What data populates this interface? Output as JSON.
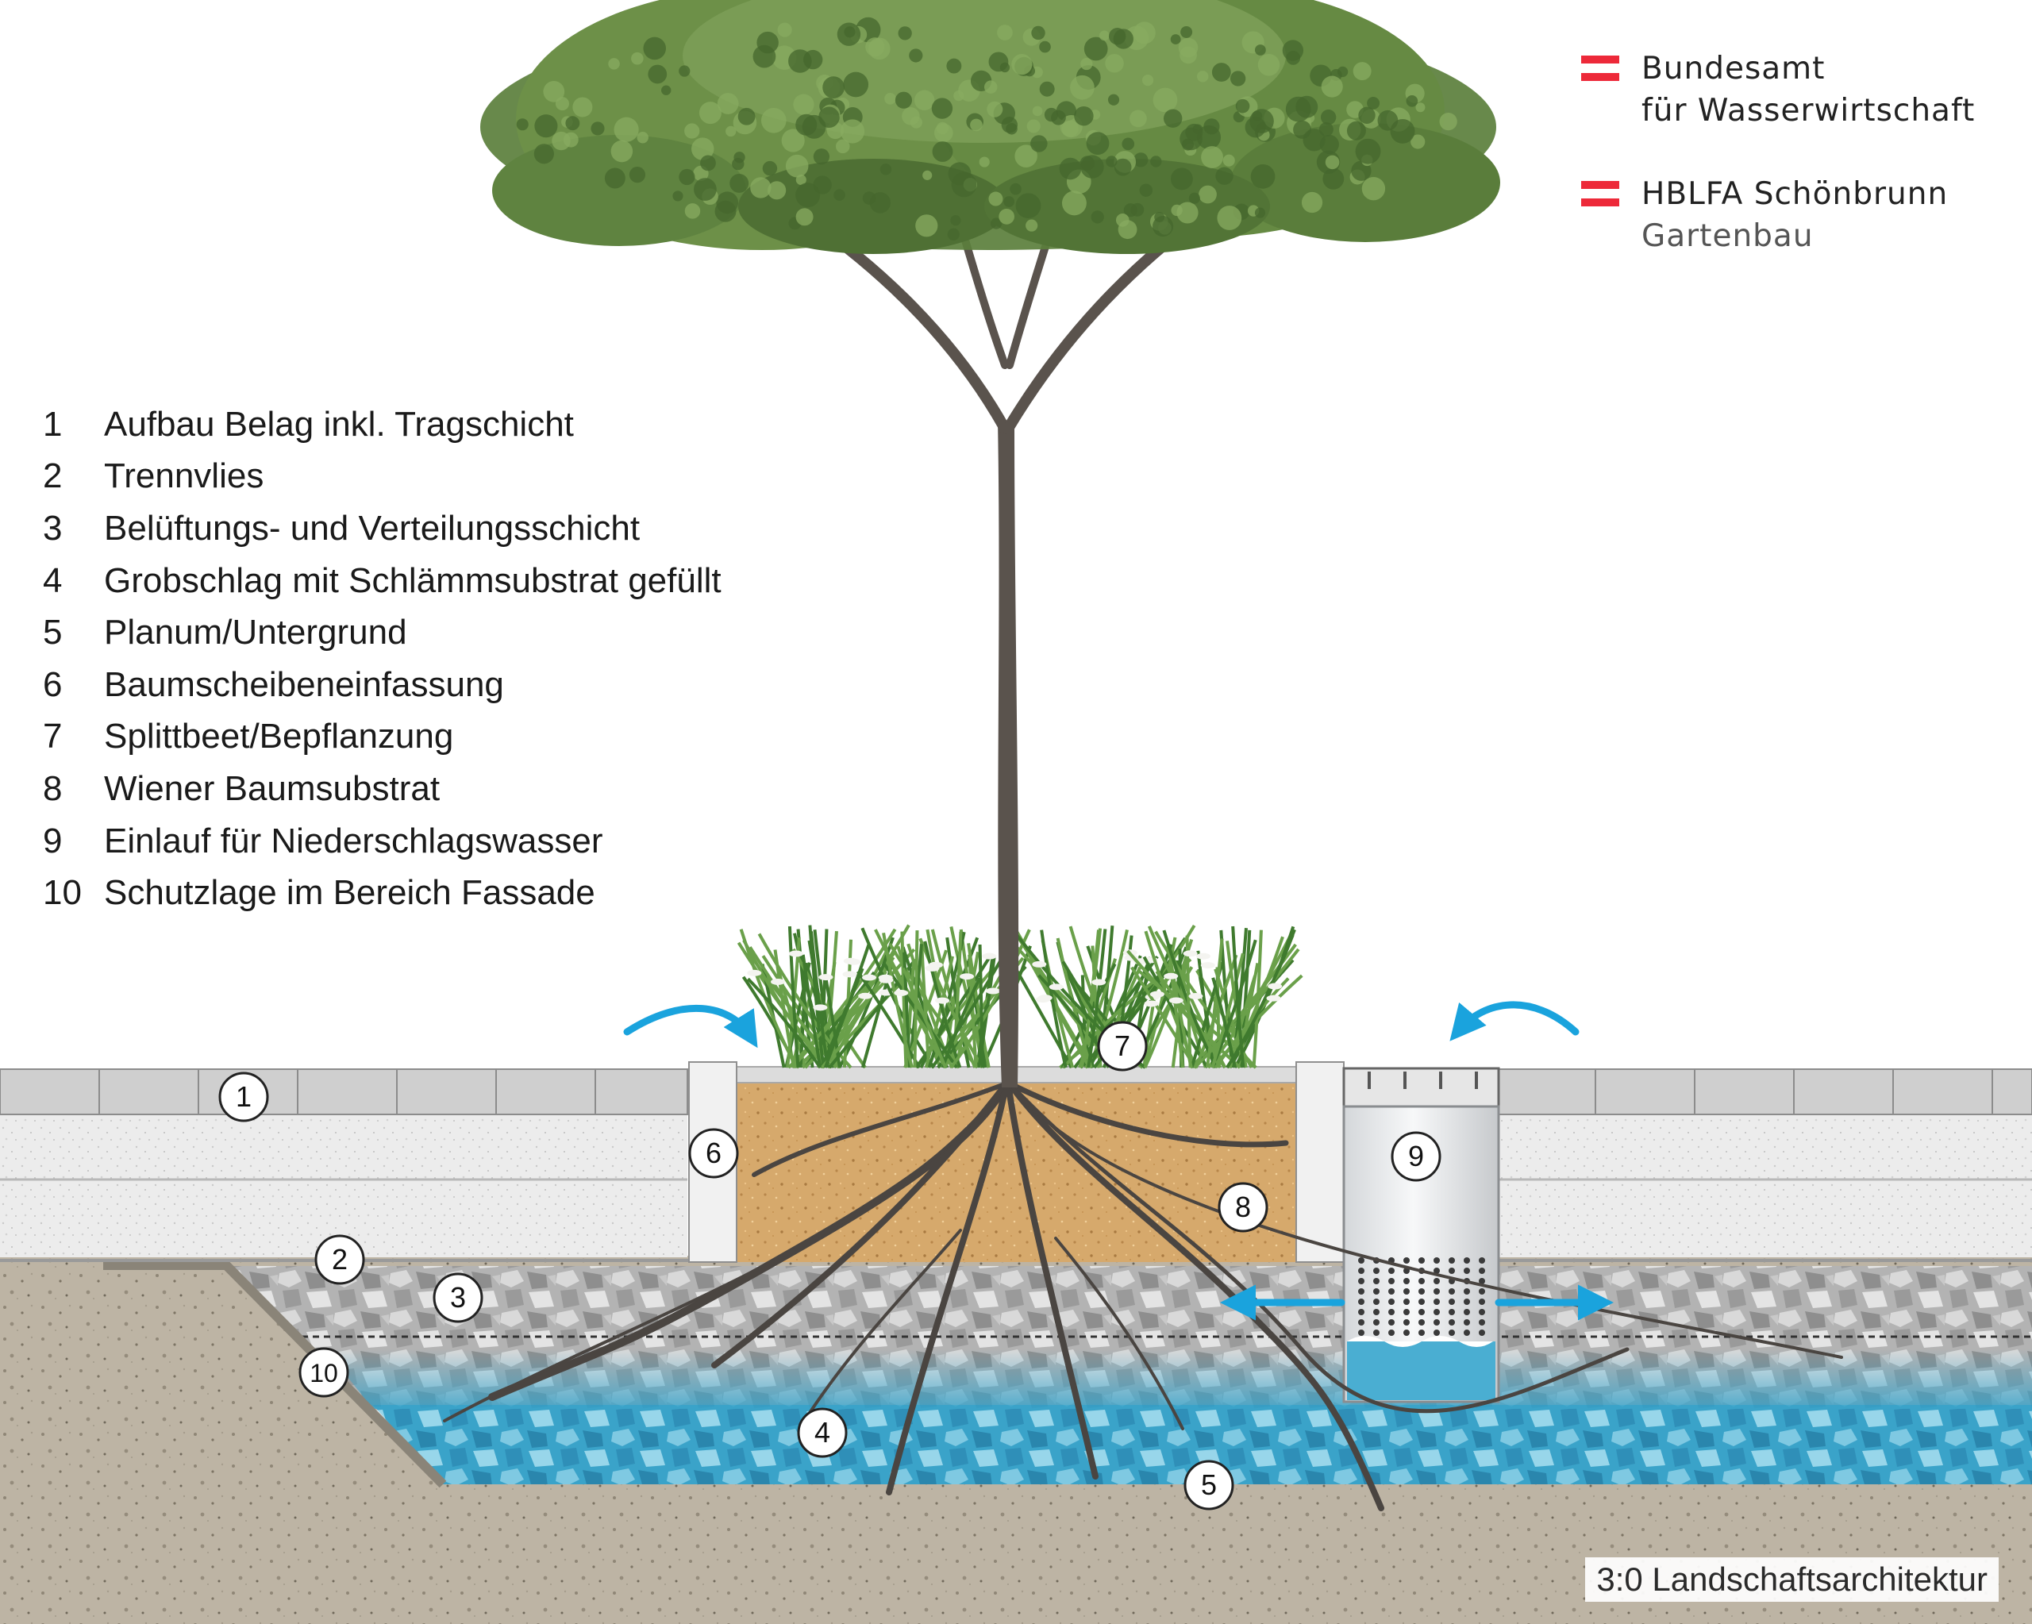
{
  "legend": {
    "items": [
      {
        "num": "1",
        "label": "Aufbau Belag inkl. Tragschicht"
      },
      {
        "num": "2",
        "label": "Trennvlies"
      },
      {
        "num": "3",
        "label": "Belüftungs- und Verteilungsschicht"
      },
      {
        "num": "4",
        "label": "Grobschlag mit Schlämmsubstrat gefüllt"
      },
      {
        "num": "5",
        "label": "Planum/Untergrund"
      },
      {
        "num": "6",
        "label": "Baumscheibeneinfassung"
      },
      {
        "num": "7",
        "label": "Splittbeet/Bepflanzung"
      },
      {
        "num": "8",
        "label": "Wiener Baumsubstrat"
      },
      {
        "num": "9",
        "label": "Einlauf für Niederschlagswasser"
      },
      {
        "num": "10",
        "label": "Schutzlage im Bereich Fassade"
      }
    ]
  },
  "logos": [
    {
      "line1": "Bundesamt",
      "line2": "für Wasserwirtschaft"
    },
    {
      "line1": "HBLFA Schönbrunn",
      "line2": "Gartenbau"
    }
  ],
  "callouts": [
    "1",
    "2",
    "3",
    "4",
    "5",
    "6",
    "7",
    "8",
    "9",
    "10"
  ],
  "credit": "3:0 Landschaftsarchitektur",
  "colors": {
    "water": "#3fa6cc",
    "arrow": "#1aa3dd",
    "flag_red": "#ed2939",
    "foliage": "#5b7f3c",
    "substrate": "#d3a66b",
    "subsoil": "#bfb6a6"
  }
}
